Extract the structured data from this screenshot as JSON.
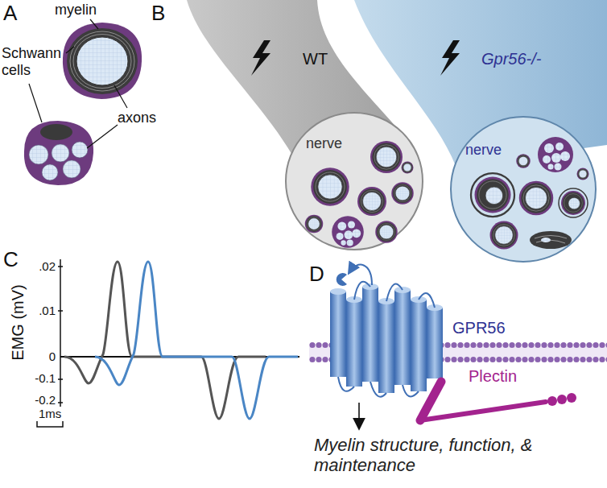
{
  "diagram": {
    "labels": [
      "A",
      "myelin",
      "Schwann cells",
      "axons",
      "B",
      "WT",
      "nerve",
      "Gpr56-/-",
      "nerve",
      "C",
      ".02",
      ".01",
      "0",
      "-0.1",
      "-0.2",
      "EMG (mV)",
      "1ms",
      "D",
      "GPR56",
      "Plectin",
      "Myelin structure, function, & maintenance"
    ]
  }
}
